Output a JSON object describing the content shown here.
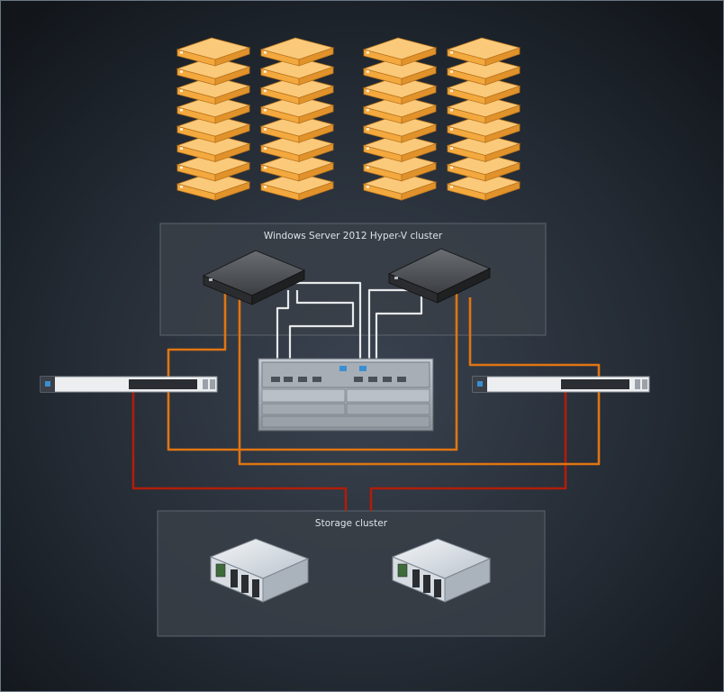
{
  "diagram": {
    "hyperv_cluster": {
      "title": "Windows Server 2012 Hyper-V cluster",
      "hosts": [
        "hyperv-host",
        "hyperv-host"
      ]
    },
    "storage_cluster": {
      "title": "Storage cluster",
      "nodes": [
        "storage-server",
        "storage-server"
      ]
    },
    "vm_stacks": {
      "stack_count": 4,
      "vms_per_stack": 8
    },
    "devices": [
      "network-switch",
      "core-switch-chassis",
      "network-switch"
    ],
    "colors": {
      "background": "#1b2129",
      "cluster_box": "#3a4048",
      "vm_orange": "#f7b24a",
      "cable_white": "#e6e8ea",
      "cable_yellow": "#f2b81c",
      "cable_orange": "#e07512",
      "cable_red": "#b01d0a"
    }
  }
}
